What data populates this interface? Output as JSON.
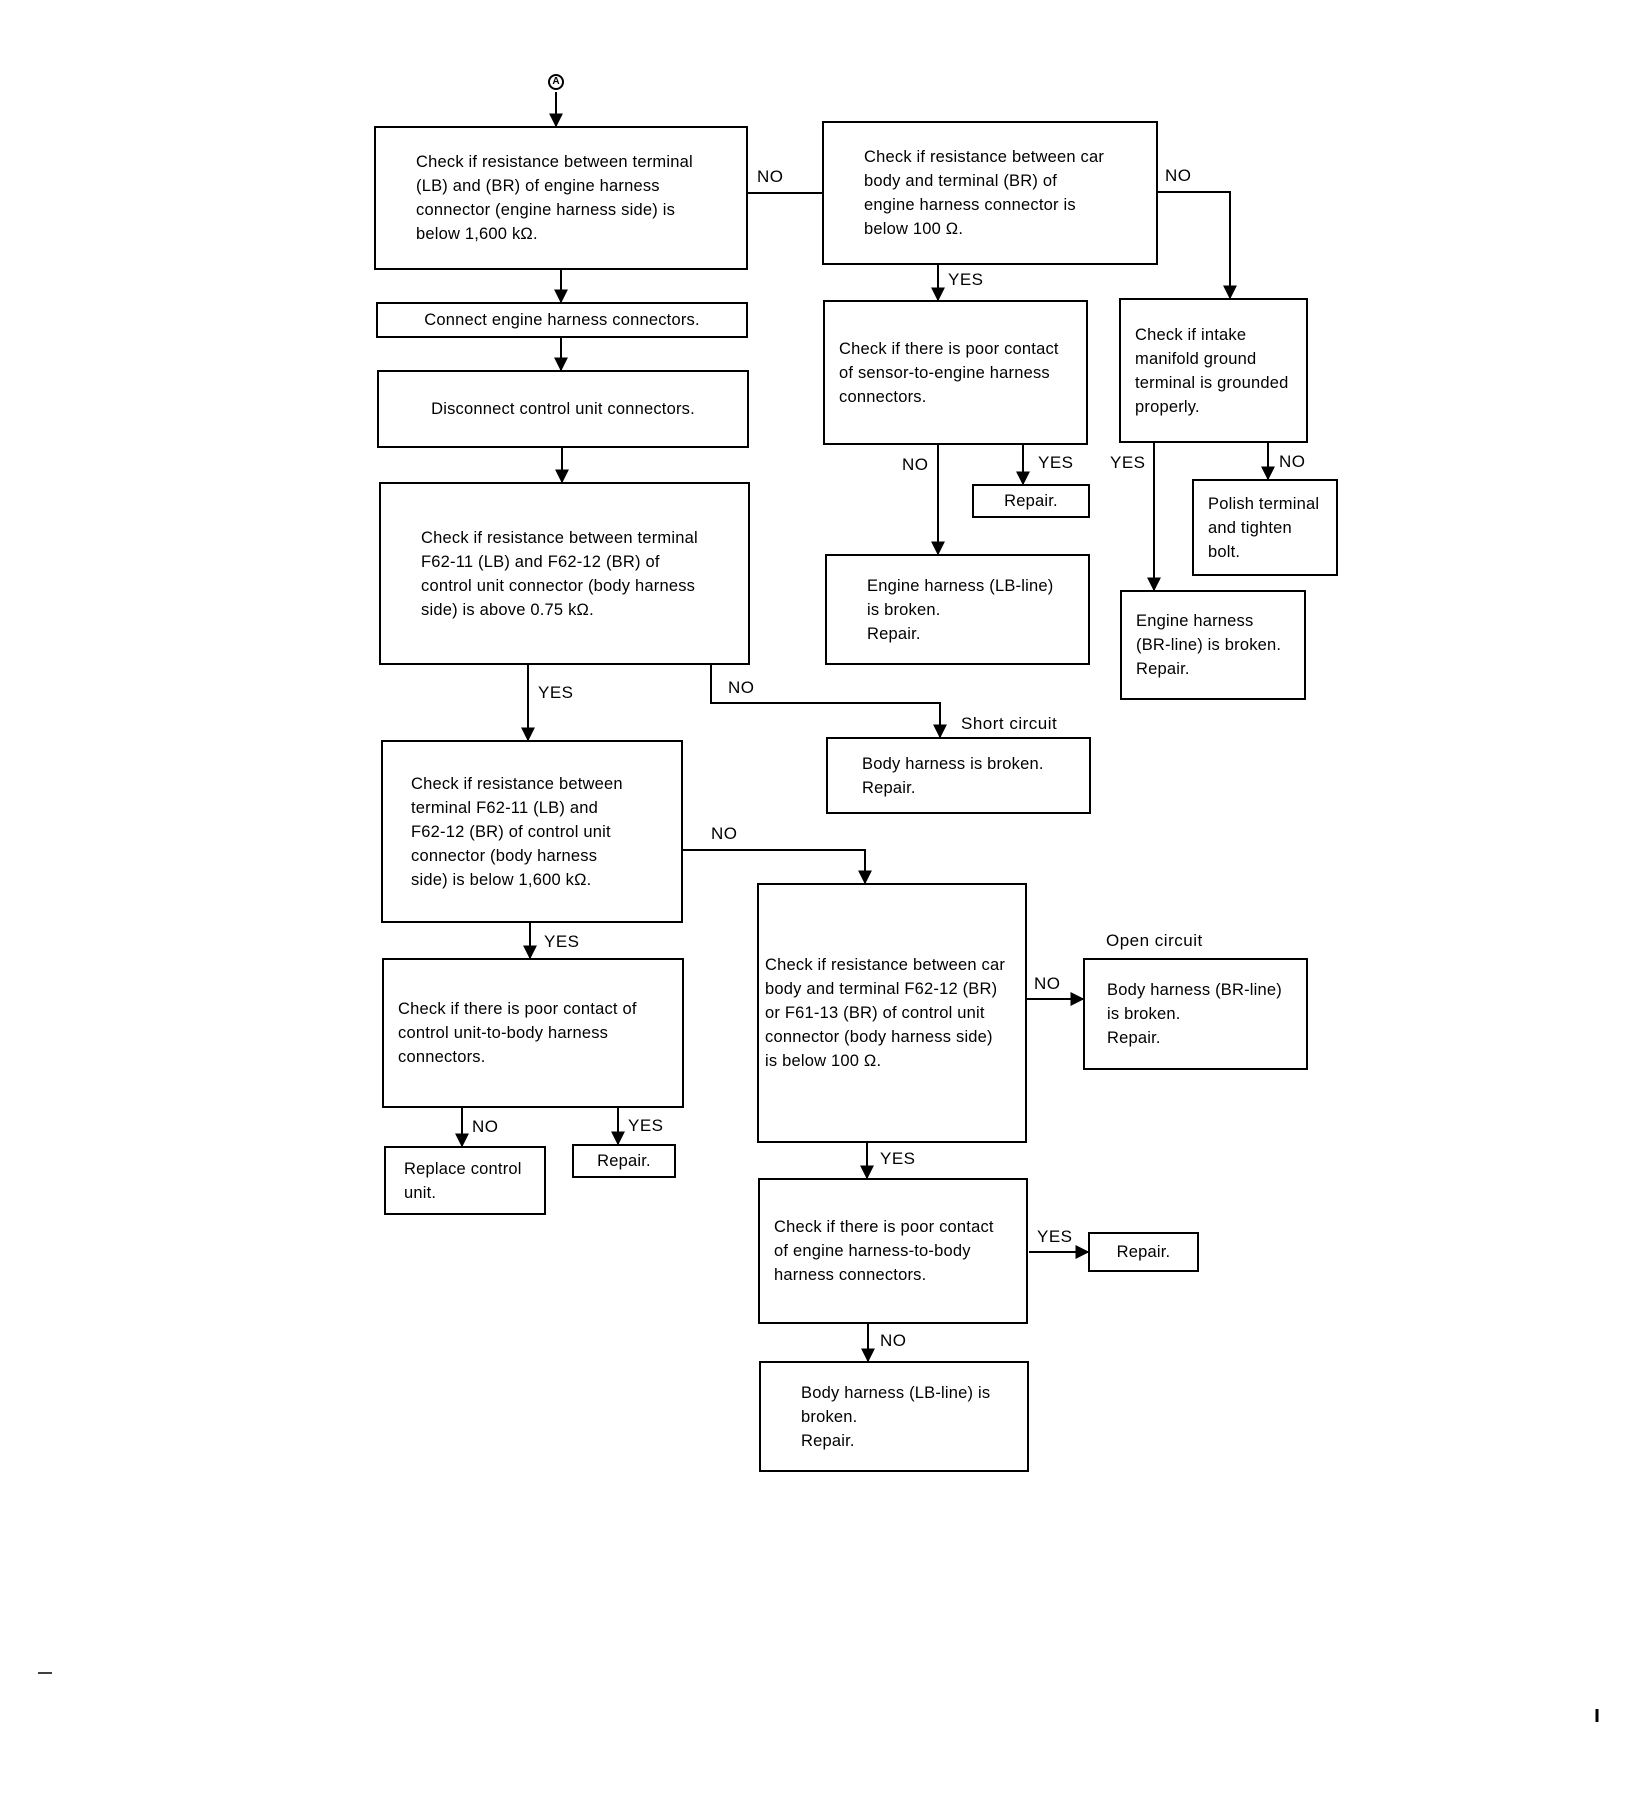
{
  "start_marker": "A",
  "boxes": {
    "check_lb_br_engine": "Check if resistance between terminal\n(LB) and (BR) of engine harness\nconnector (engine harness side) is\nbelow 1,600 kΩ.",
    "connect_engine": "Connect engine harness connectors.",
    "disconnect_control": "Disconnect control unit connectors.",
    "check_above_075": "Check if resistance between terminal\nF62-11 (LB) and F62-12 (BR) of\ncontrol unit connector (body harness\nside) is above 0.75 kΩ.",
    "check_below_1600": "Check if resistance between\nterminal F62-11 (LB) and\nF62-12 (BR) of  control unit\nconnector (body harness\nside) is below 1,600 kΩ.",
    "check_poor_contact_control": "Check if there is poor contact of\ncontrol unit-to-body harness\nconnectors.",
    "replace_control": "Replace control\nunit.",
    "repair_1": "Repair.",
    "check_car_body_br": "Check if resistance between car\nbody and terminal (BR) of\nengine harness connector is\nbelow 100 Ω.",
    "check_poor_contact_sensor": "Check if there is poor contact\nof sensor-to-engine harness\nconnectors.",
    "repair_2": "Repair.",
    "engine_lb_broken": "Engine harness (LB-line)\nis broken.\nRepair.",
    "check_intake_ground": "Check if intake\nmanifold ground\nterminal is grounded\nproperly.",
    "polish_terminal": "Polish terminal\nand  tighten\nbolt.",
    "engine_br_broken": "Engine harness\n(BR-line) is broken.\nRepair.",
    "body_harness_broken": "Body harness is broken.\nRepair.",
    "check_car_body_f62": "Check if resistance between car\nbody and terminal F62-12 (BR)\nor F61-13 (BR) of control unit\nconnector (body harness side)\nis below 100 Ω.",
    "body_br_broken": "Body harness (BR-line)\nis broken.\nRepair.",
    "check_poor_contact_engine_body": "Check if there is poor contact\nof engine harness-to-body\nharness connectors.",
    "repair_3": "Repair.",
    "body_lb_broken": "Body harness (LB-line) is\nbroken.\nRepair."
  },
  "labels": {
    "no_1": "NO",
    "no_2": "NO",
    "yes_1": "YES",
    "no_3": "NO",
    "yes_2": "YES",
    "yes_3": "YES",
    "no_4": "NO",
    "yes_4": "YES",
    "no_5": "NO",
    "short_circuit": "Short circuit",
    "no_6": "NO",
    "yes_5": "YES",
    "no_7": "NO",
    "yes_6": "YES",
    "no_8": "NO",
    "open_circuit": "Open circuit",
    "yes_7": "YES",
    "yes_8": "YES",
    "no_9": "NO"
  }
}
